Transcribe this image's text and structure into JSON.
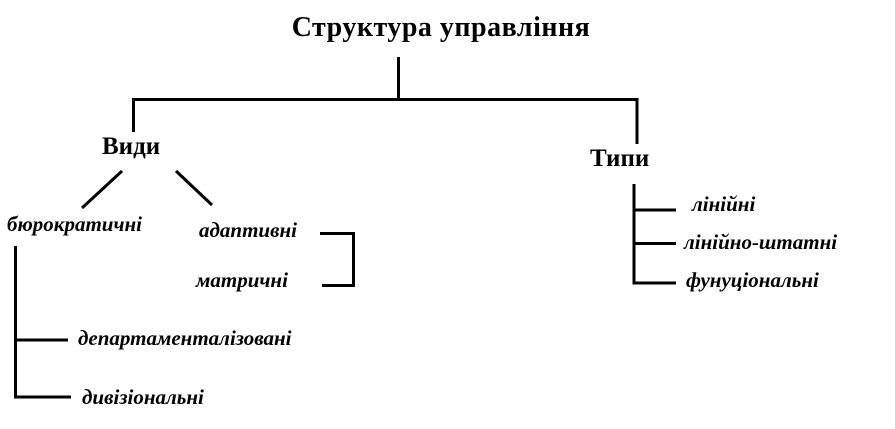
{
  "diagram": {
    "title": "Структура управління",
    "nodes": {
      "vydy": "Види",
      "typy": "Типи",
      "biurokratychni": "бюрократичні",
      "adaptyvni": "адаптивні",
      "matrychni": "матричні",
      "departamentalizovani": "департаменталізовані",
      "dyvizionalni": "дивізіональні",
      "liniini": "лінійні",
      "liniino_shtatni": "лінійно-штатні",
      "funutsionalni": "фунуціональні"
    },
    "colors": {
      "line": "#000000",
      "text": "#000000",
      "background": "#ffffff"
    }
  }
}
